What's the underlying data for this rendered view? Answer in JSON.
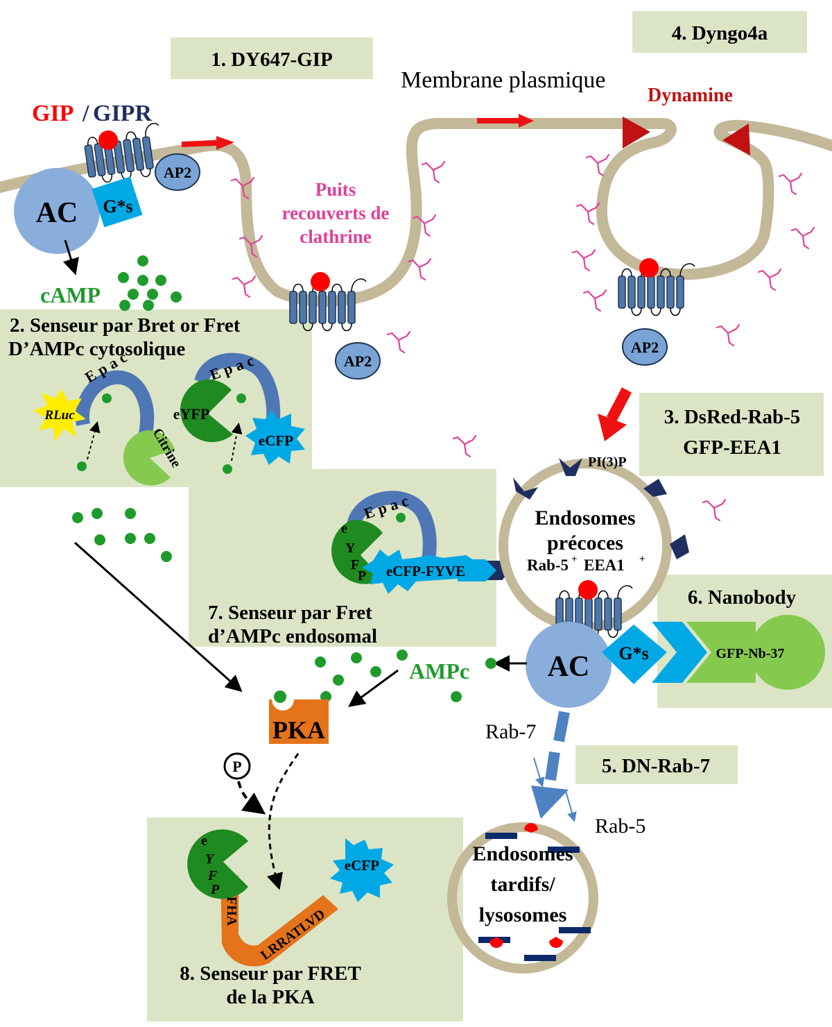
{
  "boxes": {
    "b1": "1. DY647-GIP",
    "b2_line1": "2. Senseur par Bret or Fret",
    "b2_line2": "D’AMPc cytosolique",
    "b3_line1": "3. DsRed-Rab-5",
    "b3_line2": "GFP-EEA1",
    "b4": "4. Dyngo4a",
    "b5": "5. DN-Rab-7",
    "b6": "6. Nanobody",
    "b7_line1": "7. Senseur par Fret",
    "b7_line2": "d’AMPc endosomal",
    "b8_line1": "8. Senseur par FRET",
    "b8_line2": "de la PKA"
  },
  "labels": {
    "gip": "GIP",
    "slash": "/",
    "gipr": "GIPR",
    "membrane": "Membrane plasmique",
    "dynamine": "Dynamine",
    "puits_1": "Puits",
    "puits_2": "recouverts de",
    "puits_3": "clathrine",
    "ac": "AC",
    "gs": "G*s",
    "ap2": "AP2",
    "camp": "cAMP",
    "ampc": "AMPc",
    "epac": "Epac",
    "rluc": "RLuc",
    "citrine": "Citrine",
    "eyfp": "eYFP",
    "ecfp": "eCFP",
    "ecfp_fyve": "eCFP-FYVE",
    "pi3p": "PI(3)P",
    "endo_early_1": "Endosomes",
    "endo_early_2": "précoces",
    "endo_early_3": "Rab-5",
    "endo_early_4": "EEA1",
    "sup_plus": "+",
    "gfp_nb": "GFP-Nb-37",
    "pka": "PKA",
    "p": "P",
    "rab7": "Rab-7",
    "rab5": "Rab-5",
    "endo_late_1": "Endosomes",
    "endo_late_2": "tardifs/",
    "endo_late_3": "lysosomes",
    "fha": "FHA",
    "lrratlvd": "LRRATLVD",
    "e": "e",
    "y": "Y",
    "f": "F",
    "pp": "P"
  },
  "colors": {
    "box_bg": "#dbe5c6",
    "membrane": "#c3b898",
    "receptor": "#4f77aa",
    "ligand": "#ff0000",
    "ac": "#8aaedc",
    "gs": "#00a9e6",
    "camp_dot": "#1f9b2c",
    "clathrin": "#e0409a",
    "pka": "#e5731a",
    "eyfp": "#1f8a1f",
    "citrine": "#86c94f",
    "rluc": "#ffee00",
    "epac": "#4f77b5"
  }
}
